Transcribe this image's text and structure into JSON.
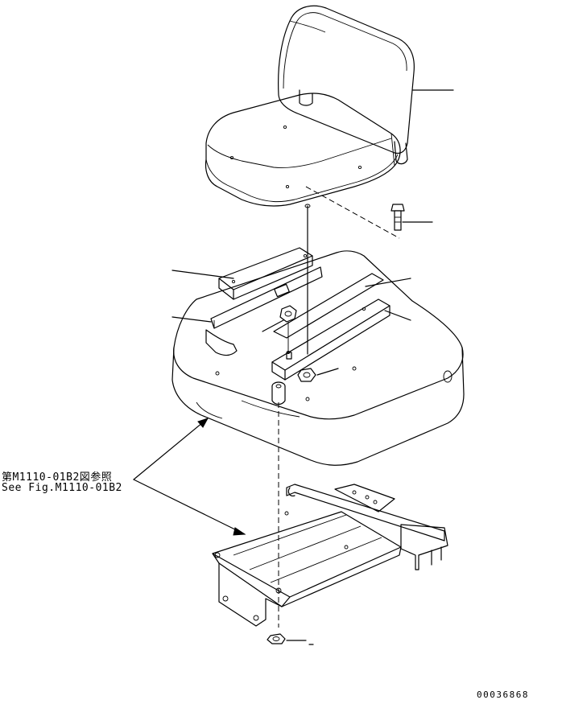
{
  "reference": {
    "japanese": "第M1110-01B2図参照",
    "english": "See Fig.M1110-01B2"
  },
  "drawing_number": "00036868",
  "parts": {
    "seat_icon": "seat-cushion-with-backrest",
    "bolt_icon": "hex-bolt",
    "rail_icon": "seat-slide-rail",
    "nut_icon": "hex-nut",
    "base_icon": "seat-base-pan",
    "bracket_icon": "seat-mount-bracket",
    "cushion_icon": "rubber-mount"
  }
}
